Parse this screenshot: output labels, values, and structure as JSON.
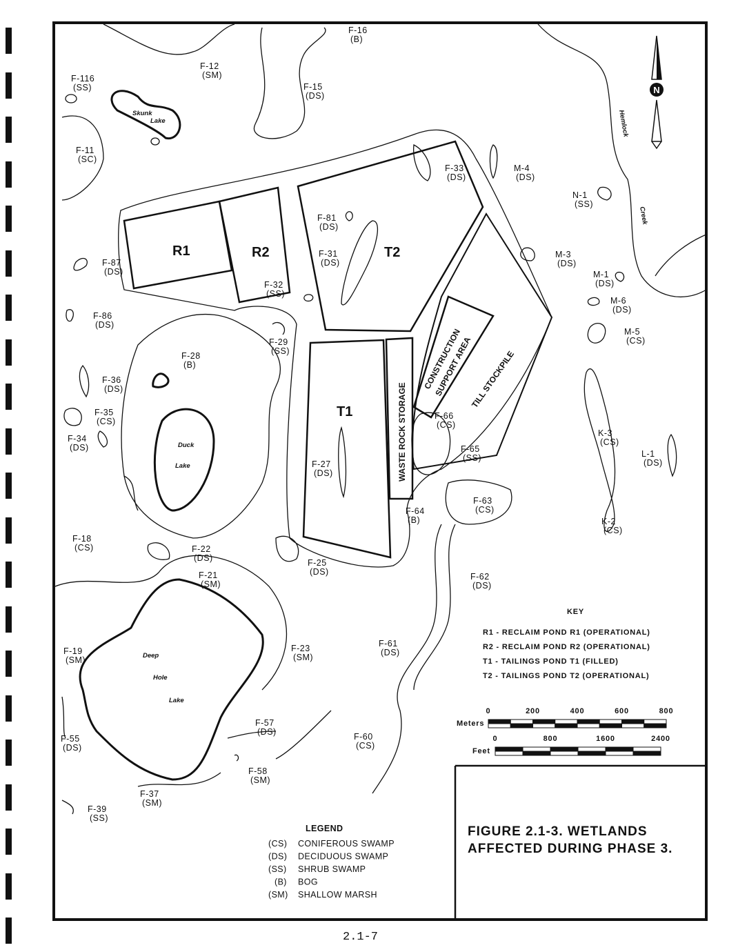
{
  "figure_title": [
    "FIGURE  2.1-3. WETLANDS",
    "AFFECTED DURING PHASE 3."
  ],
  "page_number": "2.1-7",
  "north_label": "N",
  "facilities": {
    "r1": "R1",
    "r2": "R2",
    "t1": "T1",
    "t2": "T2",
    "waste_rock": "WASTE ROCK STORAGE",
    "construction": [
      "CONSTRUCTION",
      "SUPPORT AREA"
    ],
    "till": "TILL STOCKPILE"
  },
  "water_features": {
    "skunk": [
      "Skunk",
      "Lake"
    ],
    "duck": [
      "Duck",
      "Lake"
    ],
    "deep_hole": [
      "Deep",
      "Hole",
      "Lake"
    ],
    "creek": [
      "Hemlock",
      "Creek"
    ]
  },
  "wetlands": [
    {
      "id": "F-16",
      "type": "(B)"
    },
    {
      "id": "F-12",
      "type": "(SM)"
    },
    {
      "id": "F-116",
      "type": "(SS)"
    },
    {
      "id": "F-15",
      "type": "(DS)"
    },
    {
      "id": "F-11",
      "type": "(SC)"
    },
    {
      "id": "F-33",
      "type": "(DS)"
    },
    {
      "id": "M-4",
      "type": "(DS)"
    },
    {
      "id": "N-1",
      "type": "(SS)"
    },
    {
      "id": "F-81",
      "type": "(DS)"
    },
    {
      "id": "F-31",
      "type": "(DS)"
    },
    {
      "id": "M-3",
      "type": "(DS)"
    },
    {
      "id": "F-87",
      "type": "(DS)"
    },
    {
      "id": "F-32",
      "type": "(SS)"
    },
    {
      "id": "M-1",
      "type": "(DS)"
    },
    {
      "id": "M-6",
      "type": "(DS)"
    },
    {
      "id": "F-86",
      "type": "(DS)"
    },
    {
      "id": "M-5",
      "type": "(CS)"
    },
    {
      "id": "F-29",
      "type": "(SS)"
    },
    {
      "id": "F-28",
      "type": "(B)"
    },
    {
      "id": "F-36",
      "type": "(DS)"
    },
    {
      "id": "F-35",
      "type": "(CS)"
    },
    {
      "id": "F-34",
      "type": "(DS)"
    },
    {
      "id": "F-66",
      "type": "(CS)"
    },
    {
      "id": "K-3",
      "type": "(CS)"
    },
    {
      "id": "F-65",
      "type": "(SS)"
    },
    {
      "id": "L-1",
      "type": "(DS)"
    },
    {
      "id": "F-27",
      "type": "(DS)"
    },
    {
      "id": "F-63",
      "type": "(CS)"
    },
    {
      "id": "F-64",
      "type": "(B)"
    },
    {
      "id": "F-18",
      "type": "(CS)"
    },
    {
      "id": "K-2",
      "type": "(CS)"
    },
    {
      "id": "F-22",
      "type": "(DS)"
    },
    {
      "id": "F-25",
      "type": "(DS)"
    },
    {
      "id": "F-21",
      "type": "(SM)"
    },
    {
      "id": "F-62",
      "type": "(DS)"
    },
    {
      "id": "F-61",
      "type": "(DS)"
    },
    {
      "id": "F-23",
      "type": "(SM)"
    },
    {
      "id": "F-19",
      "type": "(SM)"
    },
    {
      "id": "F-57",
      "type": "(DS)"
    },
    {
      "id": "F-60",
      "type": "(CS)"
    },
    {
      "id": "F-55",
      "type": "(DS)"
    },
    {
      "id": "F-58",
      "type": "(SM)"
    },
    {
      "id": "F-37",
      "type": "(SM)"
    },
    {
      "id": "F-39",
      "type": "(SS)"
    }
  ],
  "key": {
    "title": "KEY",
    "items": [
      "R1 - RECLAIM POND R1 (OPERATIONAL)",
      "R2 - RECLAIM POND R2 (OPERATIONAL)",
      "T1 - TAILINGS POND T1 (FILLED)",
      "T2 - TAILINGS POND T2 (OPERATIONAL)"
    ]
  },
  "scale": {
    "meters_label": "Meters",
    "meters_ticks": [
      "0",
      "200",
      "400",
      "600",
      "800"
    ],
    "feet_label": "Feet",
    "feet_ticks": [
      "0",
      "800",
      "1600",
      "2400"
    ]
  },
  "legend": {
    "title": "LEGEND",
    "items": [
      {
        "code": "(CS)",
        "name": "CONIFEROUS SWAMP"
      },
      {
        "code": "(DS)",
        "name": "DECIDUOUS SWAMP"
      },
      {
        "code": "(SS)",
        "name": "SHRUB SWAMP"
      },
      {
        "code": "(B)",
        "name": "BOG"
      },
      {
        "code": "(SM)",
        "name": "SHALLOW MARSH"
      }
    ]
  }
}
